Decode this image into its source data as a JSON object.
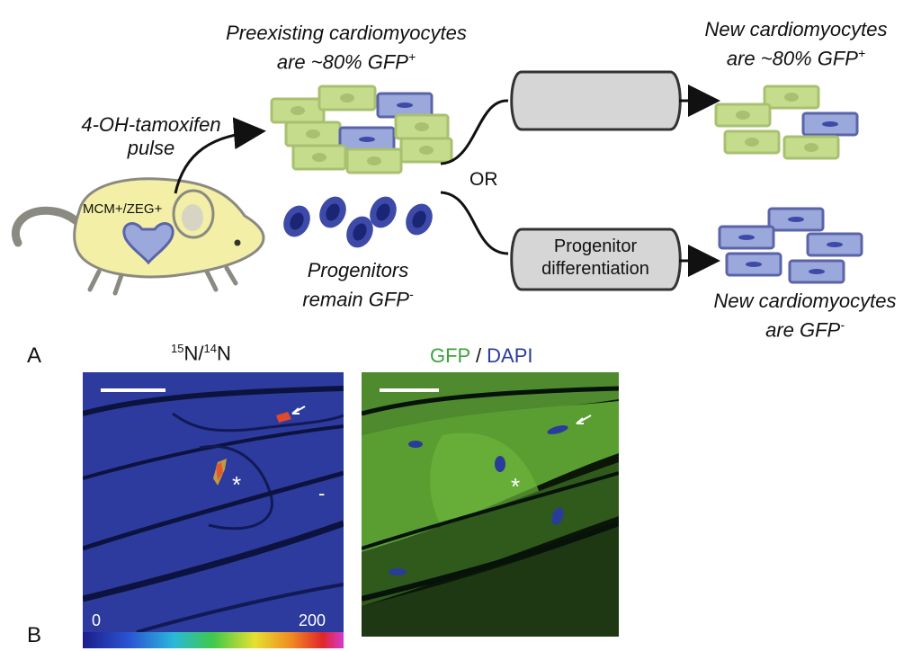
{
  "schematic": {
    "preexisting_title_l1": "Preexisting cardiomyocytes",
    "preexisting_title_l2": "are ~80% GFP",
    "preexisting_sup": "+",
    "pulse_l1": "4-OH-tamoxifen",
    "pulse_l2": "pulse",
    "mouse_label": "MCM+/ZEG+",
    "progenitors_l1": "Progenitors",
    "progenitors_l2": "remain GFP",
    "progenitors_sup": "-",
    "or_label": "OR",
    "box_bottom_l1": "Progenitor",
    "box_bottom_l2": "differentiation",
    "new_top_l1": "New cardiomyocytes",
    "new_top_l2": "are ~80% GFP",
    "new_top_sup": "+",
    "new_bottom_l1": "New cardiomyocytes",
    "new_bottom_l2": "are GFP",
    "new_bottom_sup": "-",
    "panel_label": "A",
    "colors": {
      "gfp_green": "#c4dc8c",
      "progenitor_blue": "#3d4aa8",
      "cell_blue": "#9aa8dc",
      "mouse_fill": "#f3efa6",
      "box_gray": "#d6d6d6"
    }
  },
  "panels": {
    "panel_label": "B",
    "left_title_sup1": "15",
    "left_title_n1": "N/",
    "left_title_sup2": "14",
    "left_title_n2": "N",
    "scale_min": "0",
    "scale_max": "200",
    "asterisk": "*",
    "dash": "-",
    "right_title_gfp": "GFP",
    "right_title_sep": " / ",
    "right_title_dapi": "DAPI",
    "colors": {
      "gfp": "#3ea33a",
      "dapi": "#2a3c9a"
    }
  }
}
